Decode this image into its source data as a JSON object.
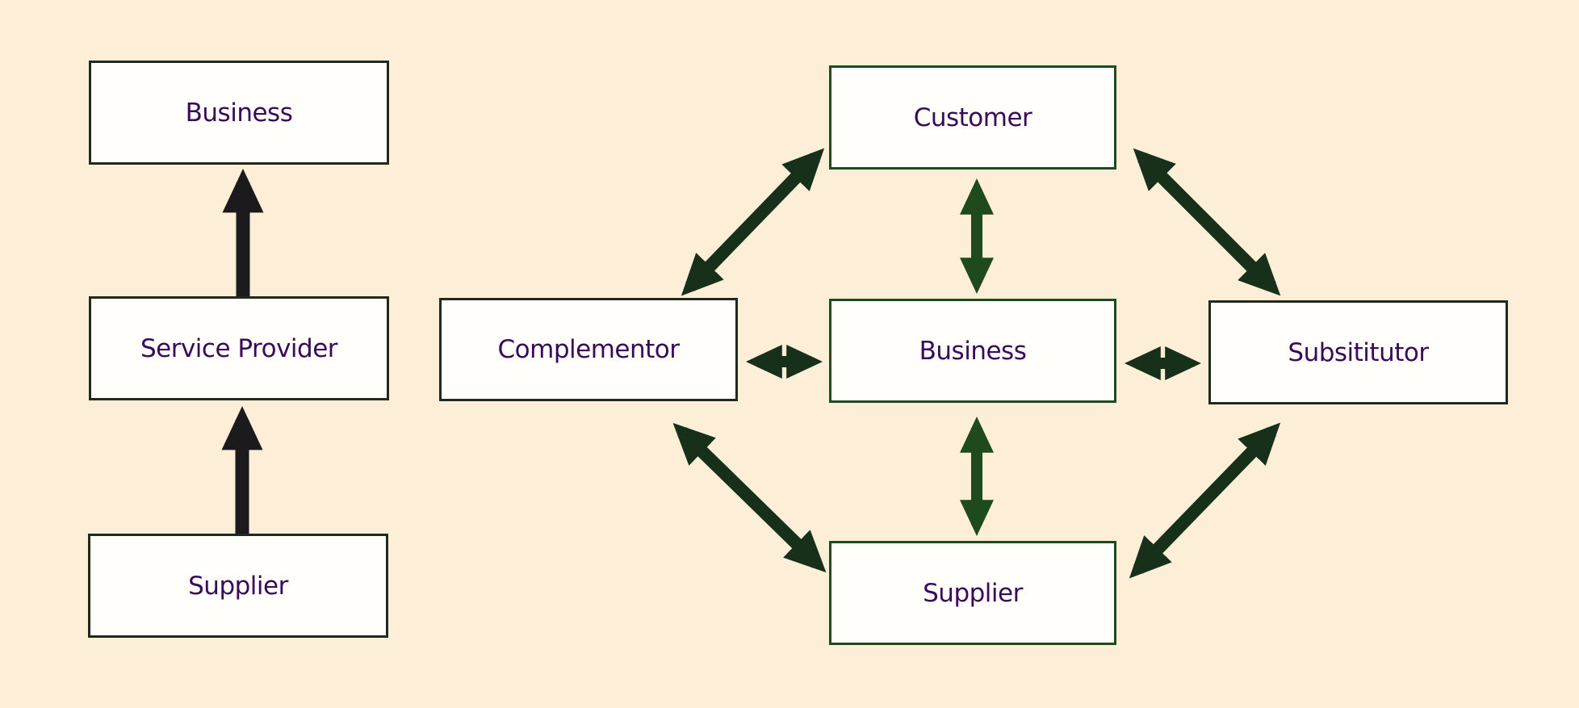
{
  "colors": {
    "background": "#fdeed8",
    "box_fill": "#fffefb",
    "label_text": "#3a0a5a",
    "arrow_dark": "#1c1a1c",
    "arrow_green": "#1e4a1e"
  },
  "left_diagram": {
    "nodes": {
      "business": "Business",
      "service_provider": "Service Provider",
      "supplier": "Supplier"
    },
    "edges": [
      {
        "from": "supplier",
        "to": "service_provider",
        "direction": "one-way"
      },
      {
        "from": "service_provider",
        "to": "business",
        "direction": "one-way"
      }
    ]
  },
  "right_diagram": {
    "nodes": {
      "customer": "Customer",
      "complementor": "Complementor",
      "business": "Business",
      "subsititutor": "Subsititutor",
      "supplier": "Supplier"
    },
    "edges": [
      {
        "from": "customer",
        "to": "business",
        "direction": "two-way"
      },
      {
        "from": "business",
        "to": "supplier",
        "direction": "two-way"
      },
      {
        "from": "complementor",
        "to": "business",
        "direction": "two-way"
      },
      {
        "from": "business",
        "to": "subsititutor",
        "direction": "two-way"
      },
      {
        "from": "complementor",
        "to": "customer",
        "direction": "two-way"
      },
      {
        "from": "customer",
        "to": "subsititutor",
        "direction": "two-way"
      },
      {
        "from": "complementor",
        "to": "supplier",
        "direction": "two-way"
      },
      {
        "from": "supplier",
        "to": "subsititutor",
        "direction": "two-way"
      }
    ]
  }
}
